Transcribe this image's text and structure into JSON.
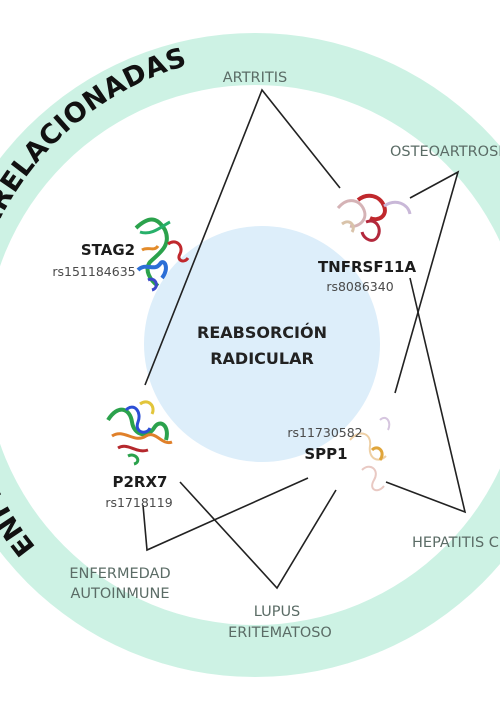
{
  "ring_title": "ENFERMEDADES INTERRELACIONADAS",
  "center": {
    "line1": "REABSORCIÓN",
    "line2": "RADICULAR"
  },
  "colors": {
    "outer_ring": "#cdf2e4",
    "inner_ring": "#ffffff",
    "center": "#ddeefa",
    "link_line": "#222222",
    "disease_text": "#5b6c66",
    "gene_text": "#1c1c1c",
    "snp_text": "#4a4a4a"
  },
  "genes": [
    {
      "name": "STAG2",
      "snp": "rs151184635",
      "icon": "protein-structure-icon"
    },
    {
      "name": "TNFRSF11A",
      "snp": "rs8086340",
      "icon": "protein-structure-icon"
    },
    {
      "name": "SPP1",
      "snp": "rs11730582",
      "icon": "protein-structure-icon"
    },
    {
      "name": "P2RX7",
      "snp": "rs1718119",
      "icon": "protein-structure-icon"
    }
  ],
  "diseases": [
    {
      "line1": "ARTRITIS",
      "line2": ""
    },
    {
      "line1": "OSTEOARTROSIS",
      "line2": ""
    },
    {
      "line1": "HEPATITIS C",
      "line2": ""
    },
    {
      "line1": "LUPUS",
      "line2": "ERITEMATOSO"
    },
    {
      "line1": "ENFERMEDAD",
      "line2": "AUTOINMUNE"
    }
  ]
}
